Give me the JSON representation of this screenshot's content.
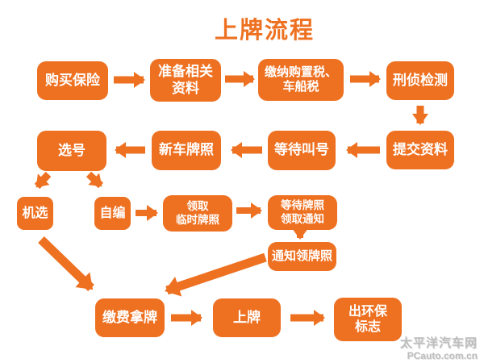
{
  "title": "上牌流程",
  "colors": {
    "accent": "#EE7122",
    "node_text": "#FFFFFF",
    "watermark": "#BDBDBD"
  },
  "nodes": {
    "buy_insurance": "购买保险",
    "prepare_docs": "准备相关\n资料",
    "pay_taxes": "缴纳购置税、\n车船税",
    "criminal_check": "刑侦检测",
    "submit_docs": "提交资料",
    "wait_number": "等待叫号",
    "new_plate": "新车牌照",
    "choose_number": "选号",
    "random_pick": "机选",
    "self_edit": "自编",
    "temp_plate": "领取\n临时牌照",
    "wait_notice": "等待牌照\n领取通知",
    "notice_plate": "通知领牌照",
    "pay_get_plate": "缴费拿牌",
    "install_plate": "上牌",
    "env_badge": "出环保\n标志"
  },
  "edges": [
    "buy_insurance→prepare_docs",
    "prepare_docs→pay_taxes",
    "pay_taxes→criminal_check",
    "criminal_check→submit_docs",
    "submit_docs→wait_number",
    "wait_number→new_plate",
    "new_plate→choose_number",
    "choose_number→random_pick",
    "choose_number→self_edit",
    "self_edit→temp_plate",
    "temp_plate→wait_notice",
    "wait_notice→notice_plate",
    "random_pick→pay_get_plate",
    "notice_plate→pay_get_plate",
    "pay_get_plate→install_plate",
    "install_plate→env_badge"
  ],
  "watermark": {
    "line1": "太平洋汽车网",
    "line2": "PCauto.com.cn"
  }
}
